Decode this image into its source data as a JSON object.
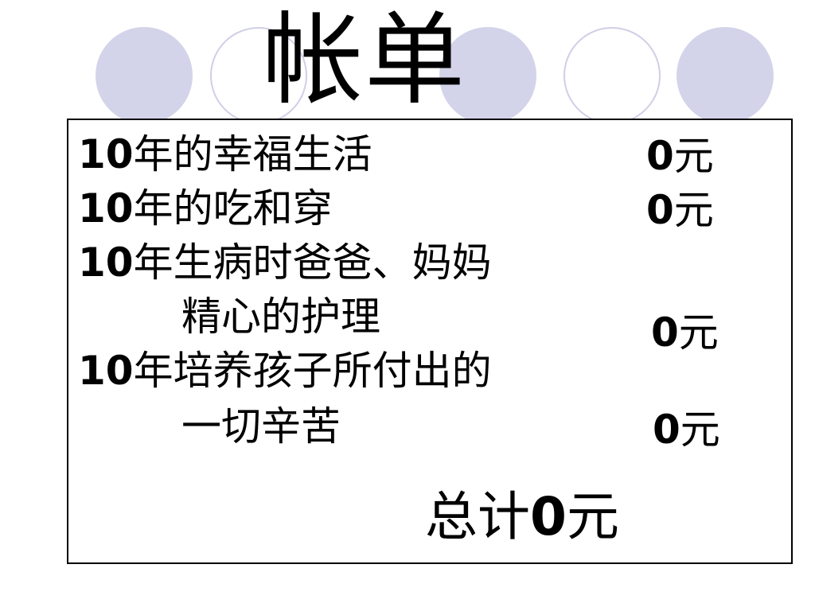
{
  "slide": {
    "title": "帐单",
    "items": [
      {
        "prefix": "10",
        "line1": "年的幸福生活",
        "line2": "",
        "amount_num": "0",
        "amount_unit": "元"
      },
      {
        "prefix": "10",
        "line1": "年的吃和穿",
        "line2": "",
        "amount_num": "0",
        "amount_unit": "元"
      },
      {
        "prefix": "10",
        "line1": "年生病时爸爸、妈妈",
        "line2": "精心的护理",
        "amount_num": "0",
        "amount_unit": "元"
      },
      {
        "prefix": "10",
        "line1": "年培养孩子所付出的",
        "line2": "一切辛苦",
        "amount_num": "0",
        "amount_unit": "元"
      }
    ],
    "total": {
      "label": "总计",
      "num": "0",
      "unit": "元"
    }
  },
  "colors": {
    "circle_fill": "#d3d3ea",
    "circle_outline": "#cfcfe6",
    "text": "#000000",
    "background": "#ffffff"
  }
}
